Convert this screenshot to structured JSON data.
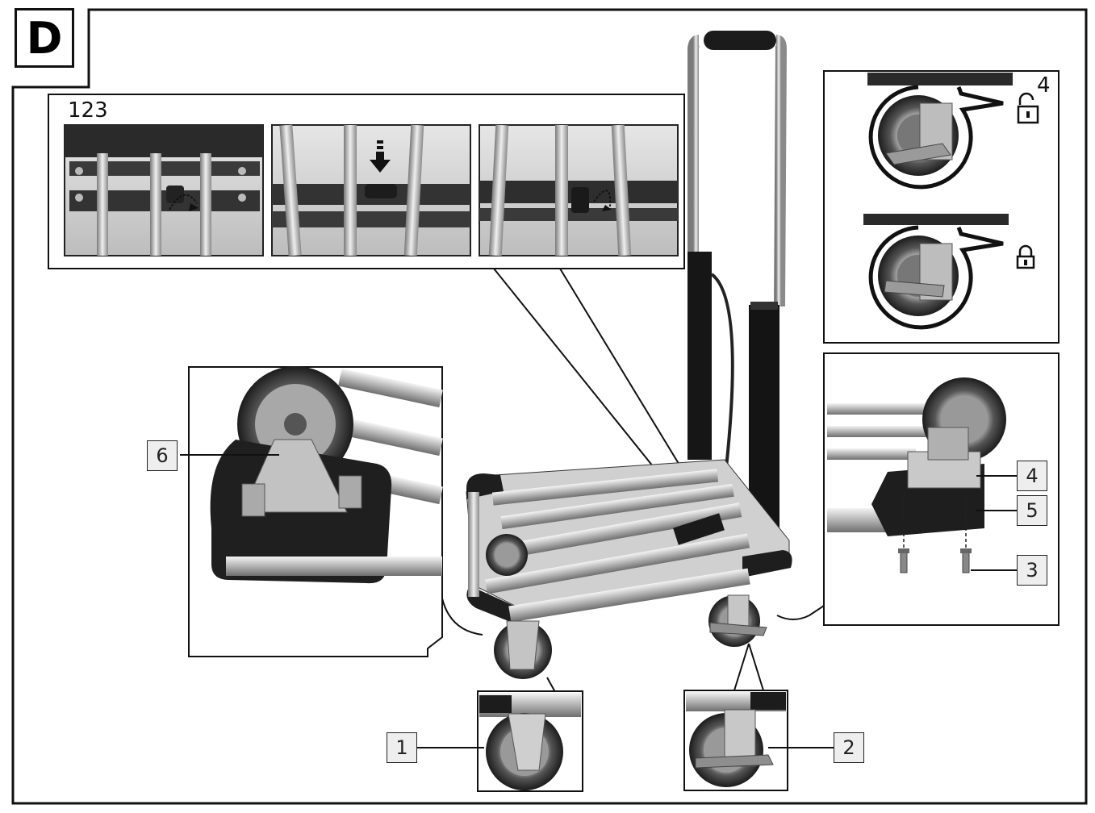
{
  "section_letter": "D",
  "step_group_label": "123",
  "lock_panel_label": "4",
  "callouts": {
    "c1": "1",
    "c2": "2",
    "c3": "3",
    "c4": "4",
    "c5": "5",
    "c6": "6"
  },
  "icons": {
    "unlocked": "unlocked-padlock-icon",
    "locked": "locked-padlock-icon",
    "arrow": "arrow-down-icon"
  }
}
